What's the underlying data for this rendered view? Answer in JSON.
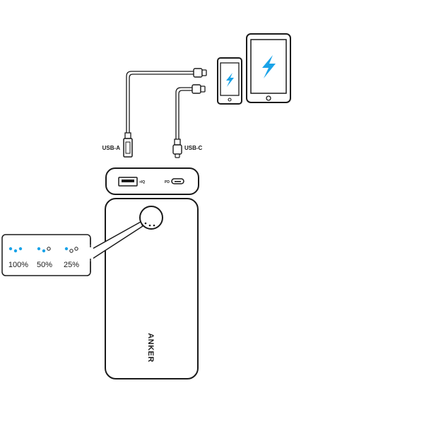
{
  "ports": {
    "usb_a_label": "USB-A",
    "usb_c_label": "USB-C",
    "iq_label": "+IQ",
    "pd_label": "PD"
  },
  "indicator": {
    "levels": [
      {
        "label": "100%",
        "lit": 3,
        "total": 3
      },
      {
        "label": "50%",
        "lit": 2,
        "total": 3
      },
      {
        "label": "25%",
        "lit": 1,
        "total": 3
      }
    ]
  },
  "powerbank": {
    "brand": "ANKER"
  },
  "colors": {
    "outline": "#1a1a1a",
    "accent": "#1aa3e8"
  },
  "icons": {
    "devices": "lightning-bolt-icon"
  }
}
